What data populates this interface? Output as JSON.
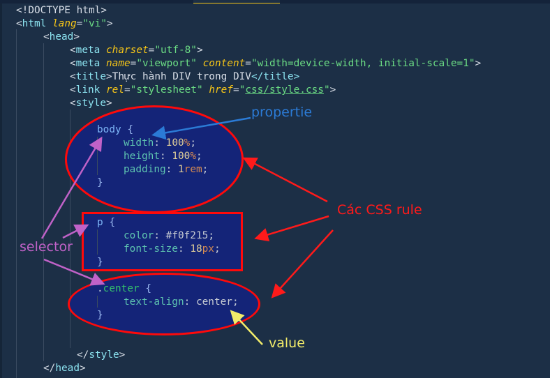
{
  "editor": {
    "active_tab_indicator_color": "#f5c518",
    "background": "#1c2f46"
  },
  "code": {
    "l1": "<!DOCTYPE html>",
    "l2": {
      "open": "<",
      "tag": "html",
      "attr": "lang",
      "eq": "=",
      "val": "\"vi\"",
      "close": ">"
    },
    "l3": {
      "open": "<",
      "tag": "head",
      "close": ">"
    },
    "l4": {
      "open": "<",
      "tag": "meta",
      "attr": "charset",
      "eq": "=",
      "val": "\"utf-8\"",
      "close": ">"
    },
    "l5": {
      "open": "<",
      "tag": "meta",
      "attr1": "name",
      "val1": "\"viewport\"",
      "attr2": "content",
      "val2": "\"width=device-width, initial-scale=1\"",
      "close": ">"
    },
    "l6": {
      "open": "<",
      "tag": "title",
      "text": "Thực hành DIV trong DIV",
      "close_tag": "</title>"
    },
    "l7": {
      "open": "<",
      "tag": "link",
      "attr1": "rel",
      "val1": "\"stylesheet\"",
      "attr2": "href",
      "q": "\"",
      "url": "css/style.css",
      "close": ">"
    },
    "l8": {
      "open": "<",
      "tag": "style",
      "close": ">"
    },
    "body_rule": {
      "selector": "body",
      "open_brace": "{",
      "declarations": [
        {
          "prop": "width",
          "num": "100",
          "unit": "%"
        },
        {
          "prop": "height",
          "num": "100",
          "unit": "%"
        },
        {
          "prop": "padding",
          "num": "1",
          "unit": "rem"
        }
      ],
      "close_brace": "}"
    },
    "p_rule": {
      "selector": "p",
      "open_brace": "{",
      "declarations": [
        {
          "prop": "color",
          "value": "#f0f215"
        },
        {
          "prop": "font-size",
          "num": "18",
          "unit": "px"
        }
      ],
      "close_brace": "}"
    },
    "center_rule": {
      "dot": ".",
      "selector": "center",
      "open_brace": "{",
      "declarations": [
        {
          "prop": "text-align",
          "value": "center"
        }
      ],
      "close_brace": "}"
    },
    "l_end_style": {
      "open": "</",
      "tag": "style",
      "close": ">"
    },
    "l_end_head": {
      "open": "</",
      "tag": "head",
      "close": ">"
    }
  },
  "annotations": {
    "propertie": {
      "label": "propertie",
      "color": "#2b7bd6"
    },
    "css_rules": {
      "label": "Các CSS rule",
      "color": "#ff1a1a"
    },
    "selector": {
      "label": "selector",
      "color": "#c062c8"
    },
    "value": {
      "label": "value",
      "color": "#f2ec6a"
    }
  }
}
